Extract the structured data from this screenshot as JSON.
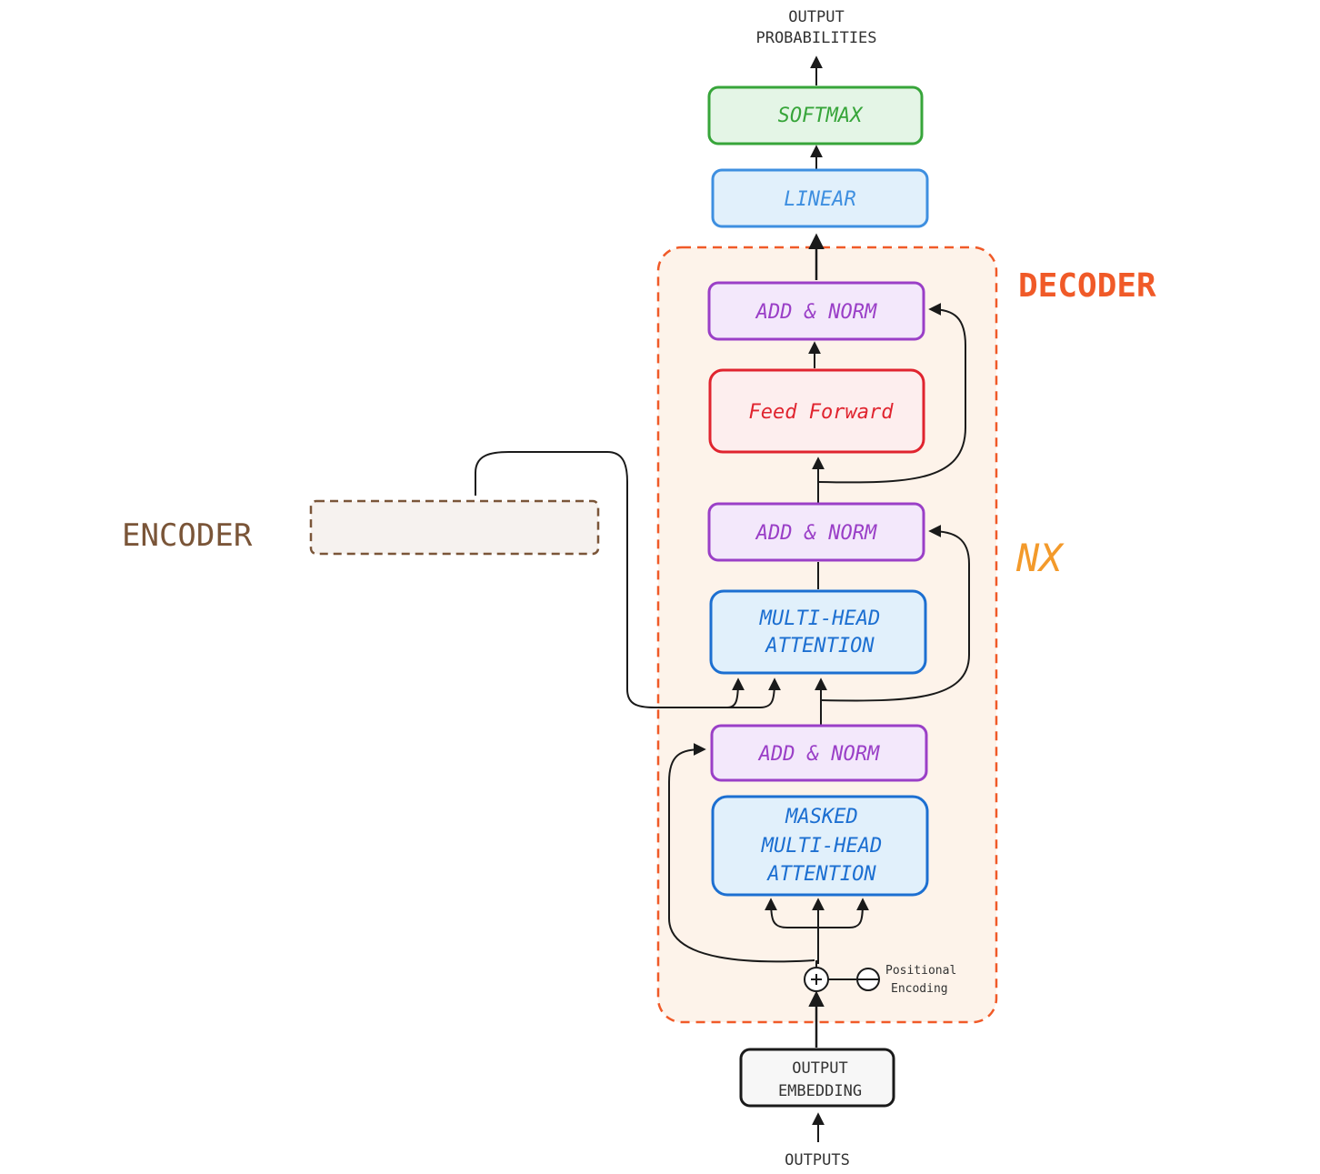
{
  "labels": {
    "output_probabilities": [
      "OUTPUT",
      "PROBABILITIES"
    ],
    "softmax": "SOFTMAX",
    "linear": "LINEAR",
    "decoder": "DECODER",
    "add_norm_top": "ADD & NORM",
    "feed_forward": "Feed Forward",
    "add_norm_mid": "ADD & NORM",
    "nx": "NX",
    "mha": [
      "MULTI-HEAD",
      "ATTENTION"
    ],
    "encoder": "ENCODER",
    "add_norm_bottom": "ADD & NORM",
    "masked_mha": [
      "MASKED",
      "MULTI-HEAD",
      "ATTENTION"
    ],
    "positional_encoding": [
      "Positional",
      "Encoding"
    ],
    "output_embedding": [
      "OUTPUT",
      "EMBEDDING"
    ],
    "outputs": "OUTPUTS"
  },
  "colors": {
    "decoder_accent": "#f05a28",
    "nx": "#f39a2b",
    "softmax": "#37a53a",
    "linear": "#3e8fe0",
    "add_norm": "#9a3fc7",
    "feed_forward": "#e0242f",
    "attention": "#1c6fd1",
    "encoder": "#7a5538",
    "arrow": "#1a1a1a"
  }
}
